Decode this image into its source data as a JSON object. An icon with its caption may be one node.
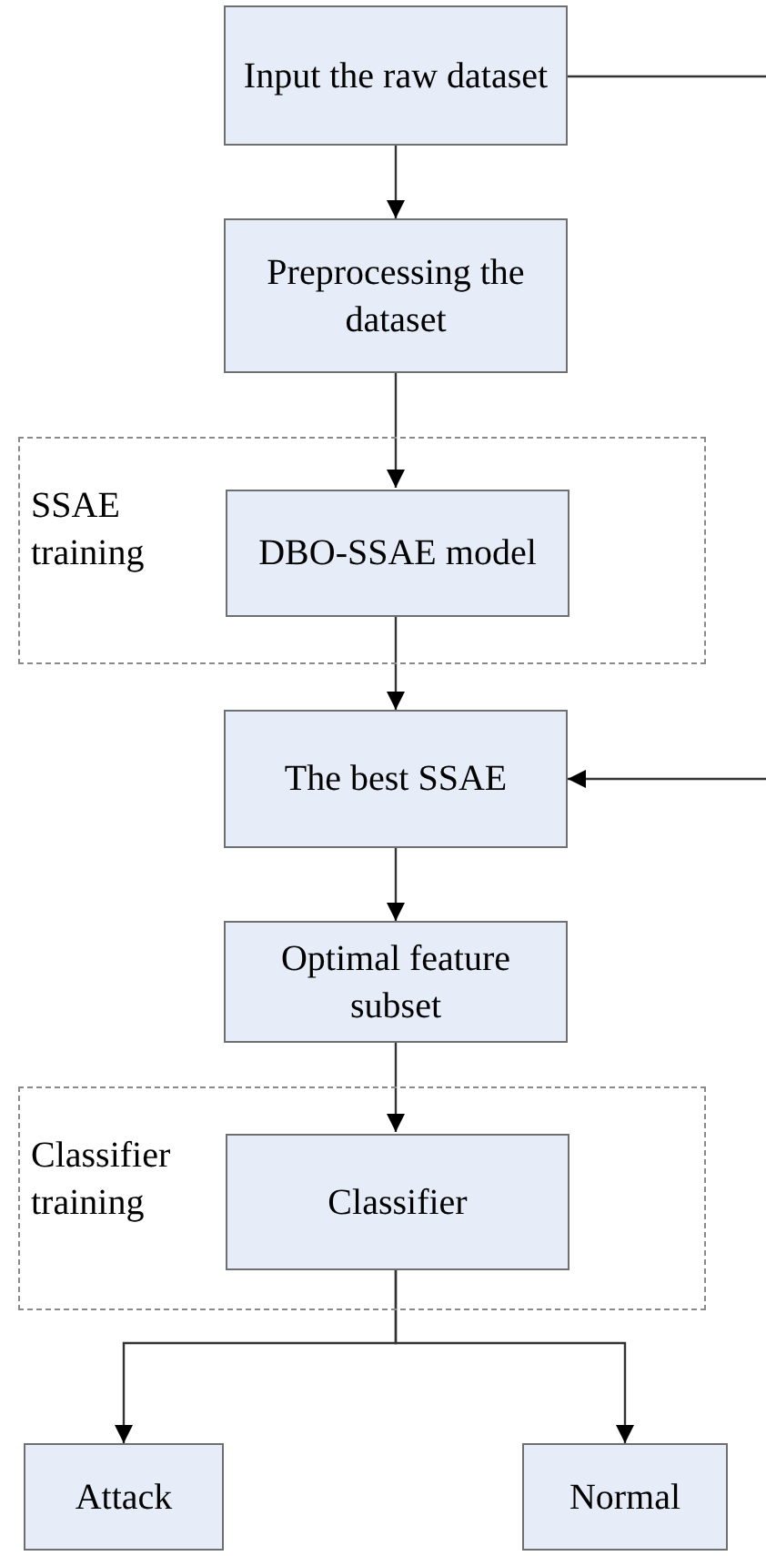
{
  "diagram": {
    "nodes": [
      {
        "text": [
          "Input the raw dataset"
        ]
      },
      {
        "text": [
          "Preprocessing the dataset"
        ]
      },
      {
        "text": [
          "SSAE training"
        ]
      },
      {
        "text": [
          "DBO-SSAE model"
        ],
        "in": 2
      },
      {
        "text": [
          "The best SSAE"
        ]
      },
      {
        "text": [
          "Optimal feature subset"
        ]
      },
      {
        "text": [
          "Classifier training"
        ]
      },
      {
        "text": [
          "Classifier"
        ],
        "in": 6
      },
      {
        "text": [
          "Attack"
        ]
      },
      {
        "text": [
          "Normal"
        ]
      }
    ],
    "edges": [
      {
        "from": 0,
        "to": 1,
        "arrow": "to"
      },
      {
        "from": 1,
        "to": 3,
        "arrow": "to"
      },
      {
        "from": 3,
        "to": 4,
        "arrow": "to"
      },
      {
        "from": 4,
        "to": 5,
        "arrow": "to"
      },
      {
        "from": 5,
        "to": 7,
        "arrow": "to"
      },
      {
        "from": 7,
        "to": 8,
        "arrow": "to"
      },
      {
        "from": 7,
        "to": 9,
        "arrow": "to"
      },
      {
        "from": 0,
        "to": null,
        "arrow": "none"
      },
      {
        "from": null,
        "to": 4,
        "arrow": "to"
      }
    ]
  }
}
